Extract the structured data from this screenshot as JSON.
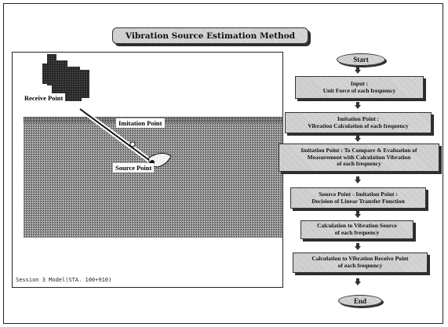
{
  "title": "Vibration Source Estimation Method",
  "model": {
    "caption": "Session 3 Model(STA. 100+910)",
    "labels": {
      "receive": "Receive Point",
      "imitation": "Imitation Point",
      "source": "Source Point"
    }
  },
  "flow": {
    "start": "Start",
    "steps": [
      {
        "lines": [
          "Input :",
          "Unit Force of each frequency"
        ]
      },
      {
        "lines": [
          "Imitation Point :",
          "Vibration Calculation of each frequency"
        ]
      },
      {
        "lines": [
          "Imitation Point : To Compare & Evaluation of",
          "Measurement with Calculation Vibration",
          "of each frequency"
        ]
      },
      {
        "lines": [
          "Source Point - Imitation Point :",
          "Decision of Linear Transfer Function"
        ]
      },
      {
        "lines": [
          "Calculation to Vibration Source",
          "of each frequency"
        ]
      },
      {
        "lines": [
          "Calculation to Vibration Receive Point",
          "of each frequency"
        ]
      }
    ],
    "end": "End"
  },
  "colors": {
    "frame": "#222222",
    "shade": "#2d2d2d",
    "hatch_dark": "#b8b8b8",
    "hatch_light": "#e8e8e8"
  },
  "icons": {
    "flow_arrow": "down-arrow-icon"
  }
}
